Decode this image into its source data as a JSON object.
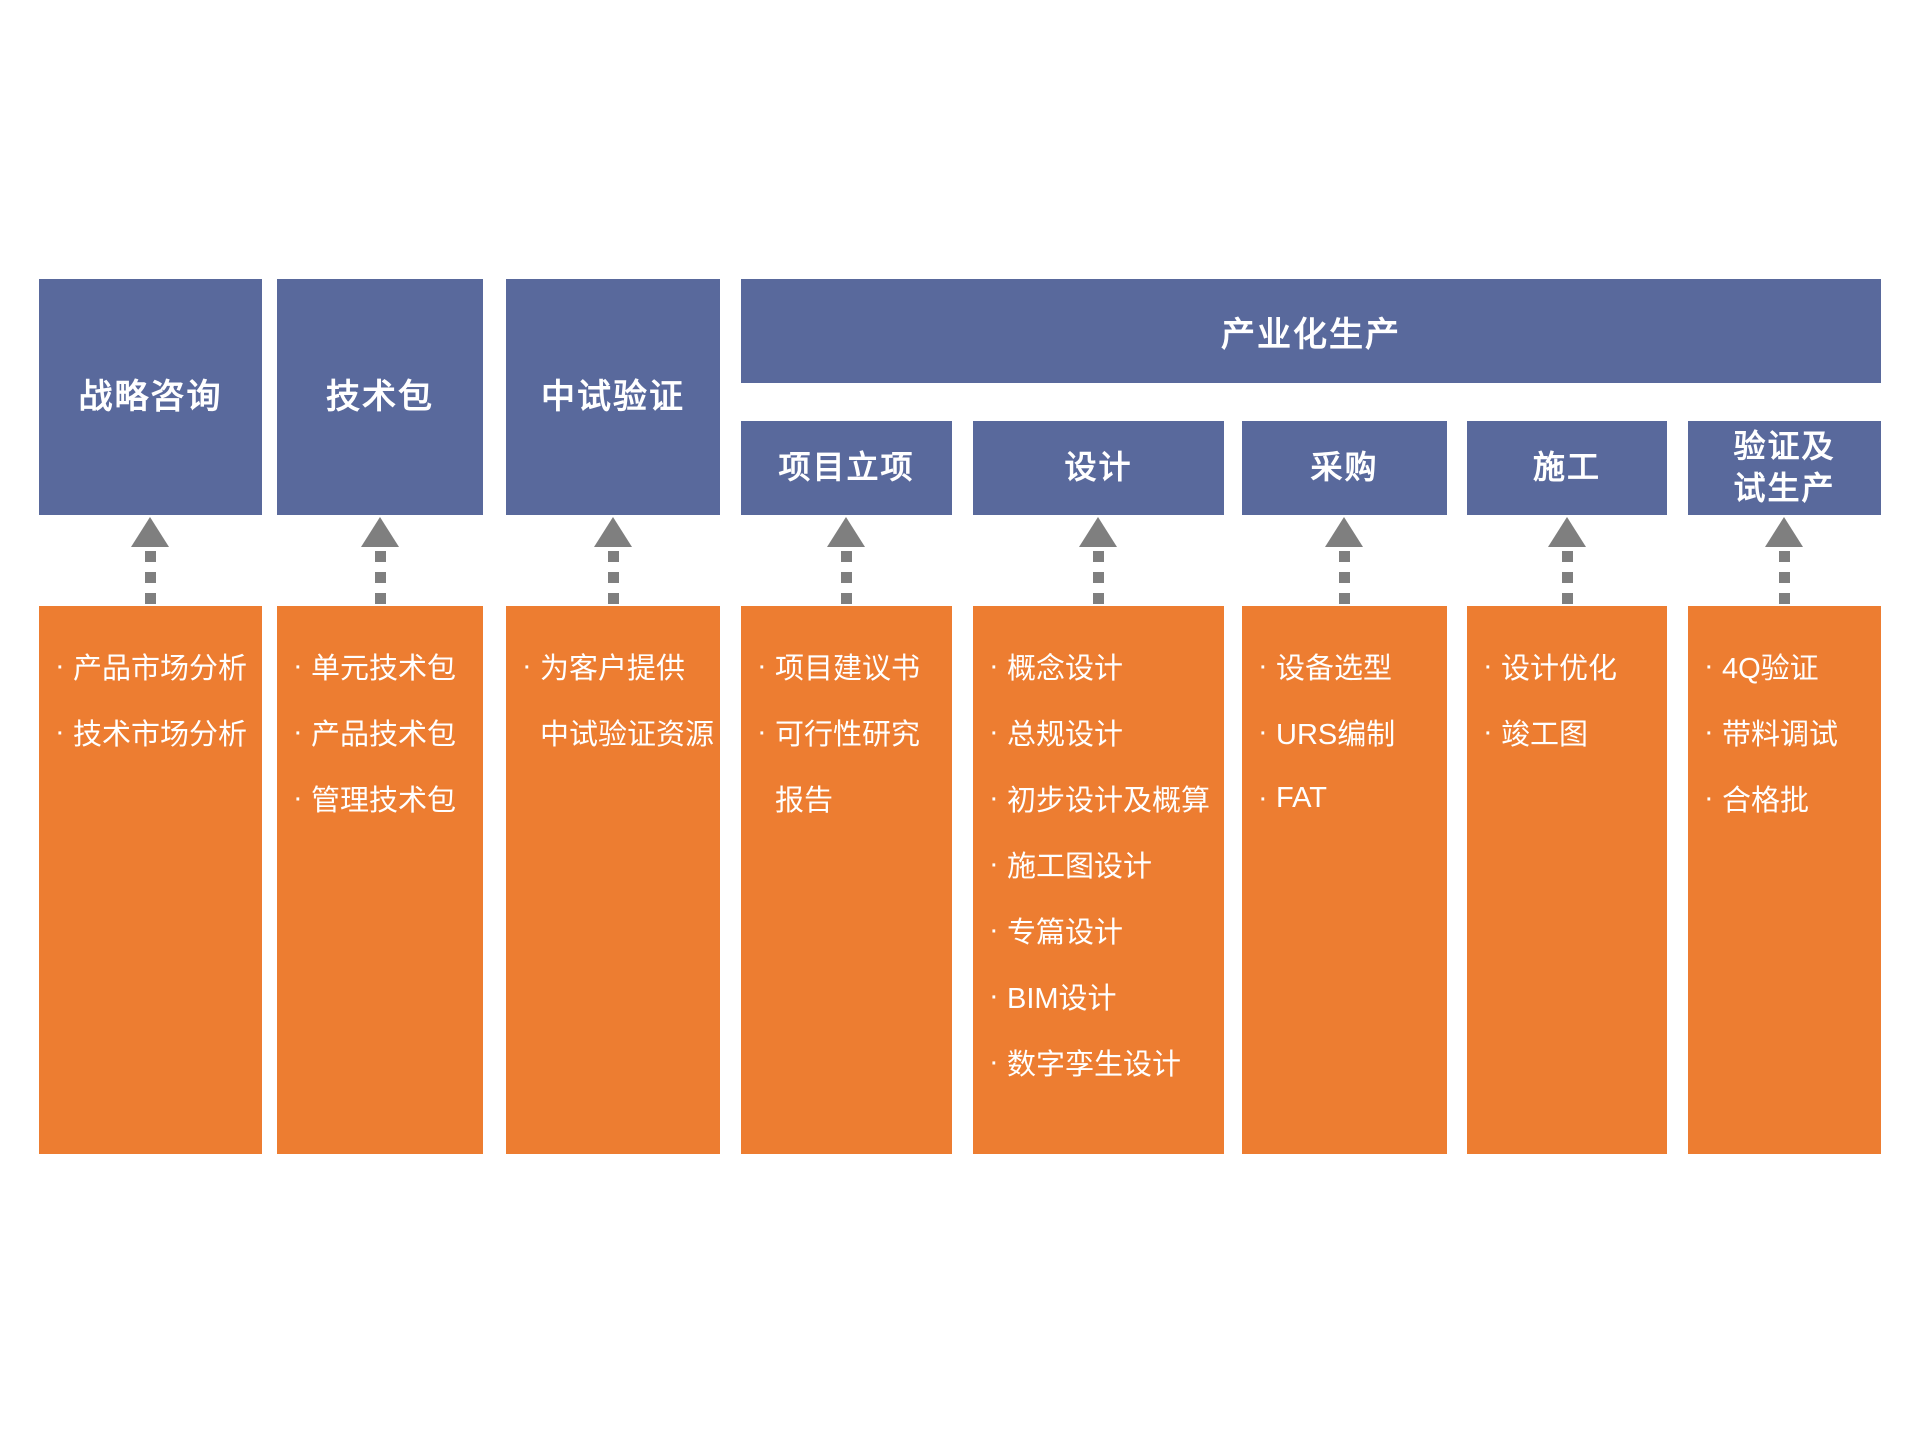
{
  "colors": {
    "header_blue": "#59699C",
    "body_orange": "#ED7D31",
    "arrow_gray": "#7F7F7F",
    "text_white": "#FFFFFF",
    "background": "#FFFFFF"
  },
  "banner": {
    "label": "产业化生产"
  },
  "columns": [
    {
      "id": "strategy-consulting",
      "header": {
        "lines": [
          "战略咨询"
        ]
      },
      "body": {
        "lines": [
          {
            "prefix": "·",
            "text": "产品市场分析"
          },
          {
            "prefix": "·",
            "text": "技术市场分析"
          }
        ]
      }
    },
    {
      "id": "technology-package",
      "header": {
        "lines": [
          "技术包"
        ]
      },
      "body": {
        "lines": [
          {
            "prefix": "·",
            "text": "单元技术包"
          },
          {
            "prefix": "·",
            "text": "产品技术包"
          },
          {
            "prefix": "·",
            "text": "管理技术包"
          }
        ]
      }
    },
    {
      "id": "pilot-verification",
      "header": {
        "lines": [
          "中试验证"
        ]
      },
      "body": {
        "lines": [
          {
            "prefix": "·",
            "text": "为客户提供"
          },
          {
            "prefix": "",
            "text": "中试验证资源"
          }
        ]
      }
    },
    {
      "id": "project-initiation",
      "header": {
        "lines": [
          "项目立项"
        ]
      },
      "body": {
        "lines": [
          {
            "prefix": "·",
            "text": "项目建议书"
          },
          {
            "prefix": "·",
            "text": "可行性研究"
          },
          {
            "prefix": "",
            "text": "报告"
          }
        ]
      }
    },
    {
      "id": "design",
      "header": {
        "lines": [
          "设计"
        ]
      },
      "body": {
        "lines": [
          {
            "prefix": "·",
            "text": "概念设计"
          },
          {
            "prefix": "·",
            "text": "总规设计"
          },
          {
            "prefix": "·",
            "text": "初步设计及概算"
          },
          {
            "prefix": "·",
            "text": "施工图设计"
          },
          {
            "prefix": "·",
            "text": "专篇设计"
          },
          {
            "prefix": "·",
            "text": "BIM设计"
          },
          {
            "prefix": "·",
            "text": "数字孪生设计"
          }
        ]
      }
    },
    {
      "id": "procurement",
      "header": {
        "lines": [
          "采购"
        ]
      },
      "body": {
        "lines": [
          {
            "prefix": "·",
            "text": "设备选型"
          },
          {
            "prefix": "·",
            "text": "URS编制"
          },
          {
            "prefix": "·",
            "text": "FAT"
          }
        ]
      }
    },
    {
      "id": "construction",
      "header": {
        "lines": [
          "施工"
        ]
      },
      "body": {
        "lines": [
          {
            "prefix": "·",
            "text": "设计优化"
          },
          {
            "prefix": "·",
            "text": "竣工图"
          }
        ]
      }
    },
    {
      "id": "verification-trial-production",
      "header": {
        "lines": [
          "验证及",
          "试生产"
        ]
      },
      "body": {
        "lines": [
          {
            "prefix": "·",
            "text": "4Q验证"
          },
          {
            "prefix": "·",
            "text": "带料调试"
          },
          {
            "prefix": "·",
            "text": "合格批"
          }
        ]
      }
    }
  ]
}
